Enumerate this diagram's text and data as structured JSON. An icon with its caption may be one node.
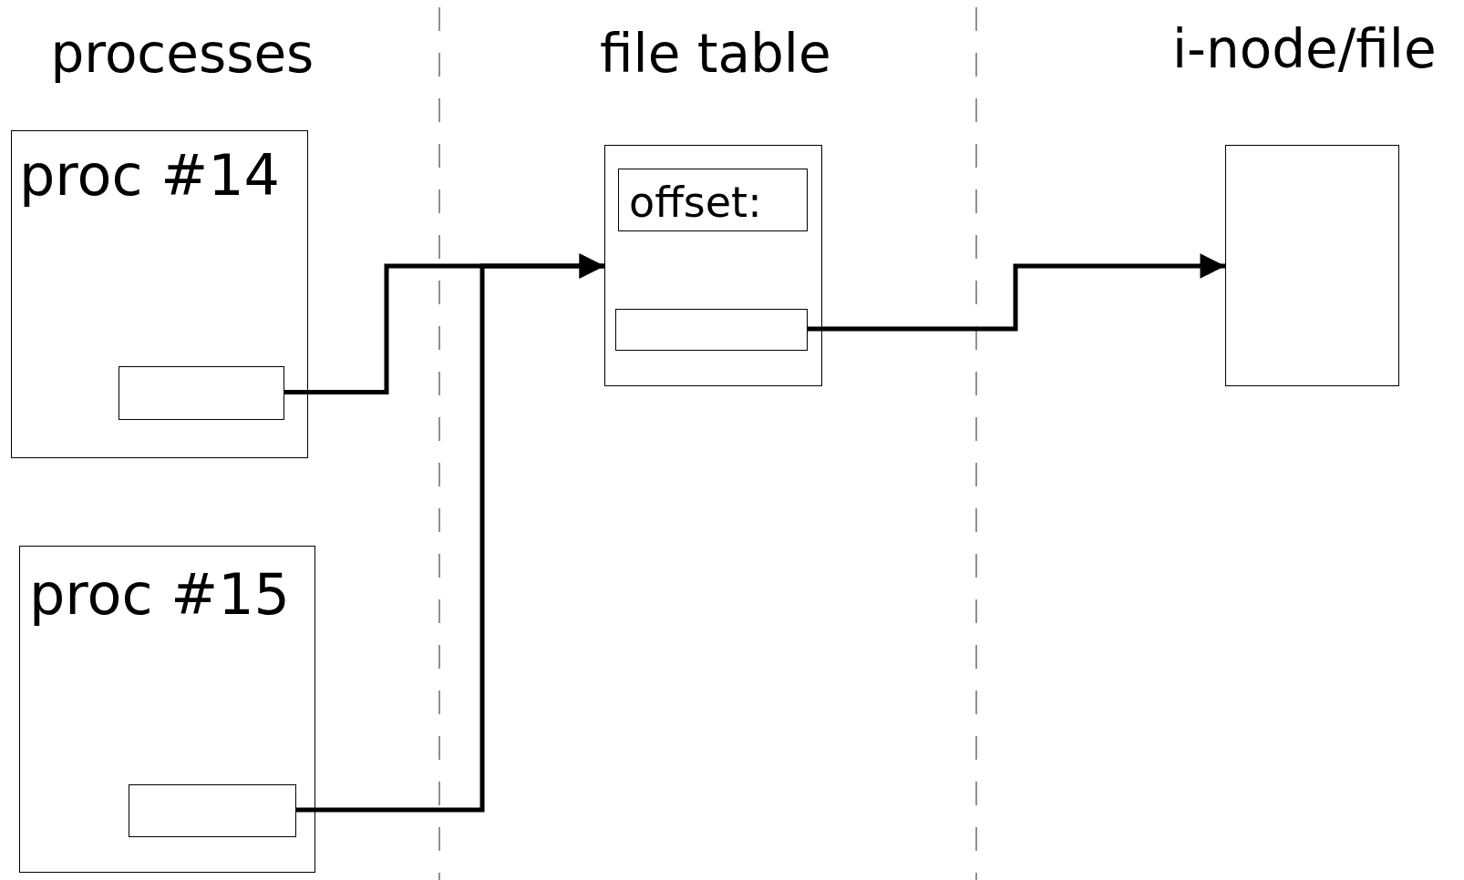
{
  "diagram": {
    "nodes": [
      {
        "text": [
          "proc #14"
        ]
      },
      {
        "text": [],
        "shape": "box",
        "in": 0
      },
      {
        "text": [
          "proc #15"
        ]
      },
      {
        "text": [],
        "shape": "box",
        "in": 2
      },
      {
        "text": [],
        "shape": "box"
      },
      {
        "text": [
          "offset:"
        ],
        "in": 4
      },
      {
        "text": [],
        "shape": "box",
        "in": 4
      },
      {
        "text": [],
        "shape": "box"
      }
    ],
    "edges": [
      {
        "from": 1,
        "to": 4,
        "arrow": "to"
      },
      {
        "from": 3,
        "to": 4,
        "arrow": "to"
      },
      {
        "from": 6,
        "to": 7,
        "arrow": "to"
      }
    ],
    "labels": [
      "processes",
      "file table",
      "i-node/file"
    ]
  }
}
